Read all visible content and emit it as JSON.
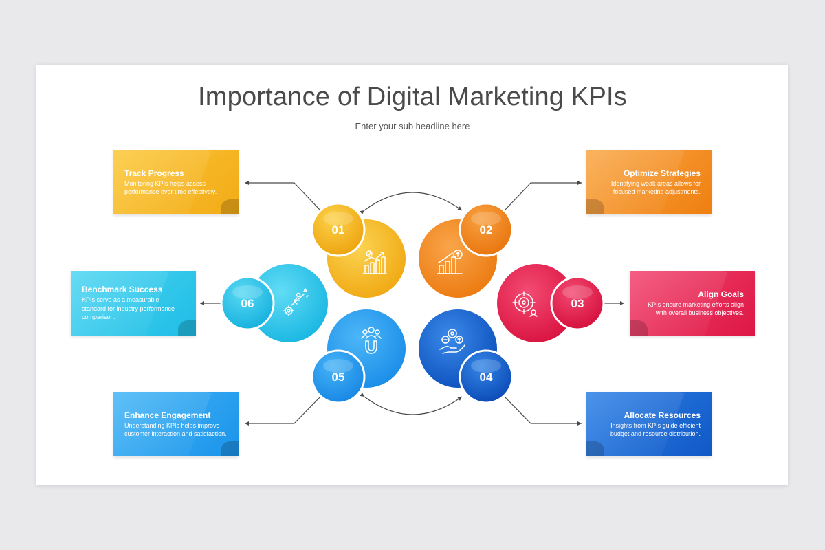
{
  "title": "Importance of Digital Marketing KPIs",
  "subtitle": "Enter your sub headline here",
  "steps": [
    {
      "number": "01",
      "heading": "Track Progress",
      "body": "Monitoring KPIs helps assess performance over time effectively.",
      "icon": "growth-chart-icon",
      "color": "#f5b21c"
    },
    {
      "number": "02",
      "heading": "Optimize Strategies",
      "body": "Identifying weak areas allows for focused marketing adjustments.",
      "icon": "rising-bar-chart-icon",
      "color": "#f08a1f"
    },
    {
      "number": "03",
      "heading": "Align Goals",
      "body": "KPIs ensure marketing efforts align with overall business objectives.",
      "icon": "target-crosshair-icon",
      "color": "#e52550"
    },
    {
      "number": "04",
      "heading": "Allocate Resources",
      "body": "Insights from KPIs guide efficient budget and resource distribution.",
      "icon": "hand-with-gears-icon",
      "color": "#1565cf"
    },
    {
      "number": "05",
      "heading": "Enhance Engagement",
      "body": "Understanding KPIs helps improve customer interaction and satisfaction.",
      "icon": "people-magnet-icon",
      "color": "#239cf0"
    },
    {
      "number": "06",
      "heading": "Benchmark Success",
      "body": "KPIs serve as a measurable standard for industry performance comparison.",
      "icon": "climber-gear-icon",
      "color": "#2ec6ea"
    }
  ]
}
